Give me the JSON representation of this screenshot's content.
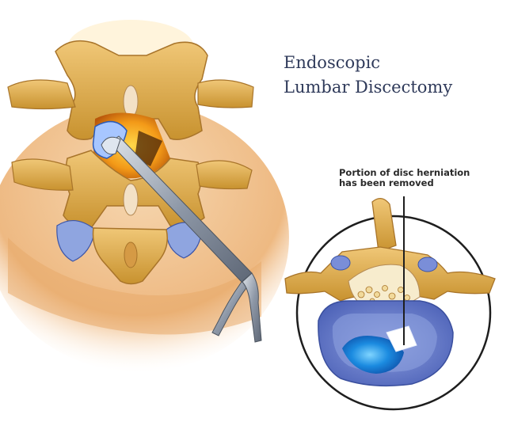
{
  "title": {
    "line1": "Endoscopic",
    "line2": "Lumbar Discectomy"
  },
  "callout": {
    "line1": "Portion of disc herniation",
    "line2": "has been removed"
  },
  "colors": {
    "bone": "#e2b25a",
    "bone_shadow": "#c08a2c",
    "tissue": "#f0c89a",
    "disc_blue": "#5a73c8",
    "herniation_blue": "#1b7fd6",
    "nerve_orange": "#f0a020",
    "instrument": "#9aa4b2",
    "text": "#2f3a5a"
  }
}
